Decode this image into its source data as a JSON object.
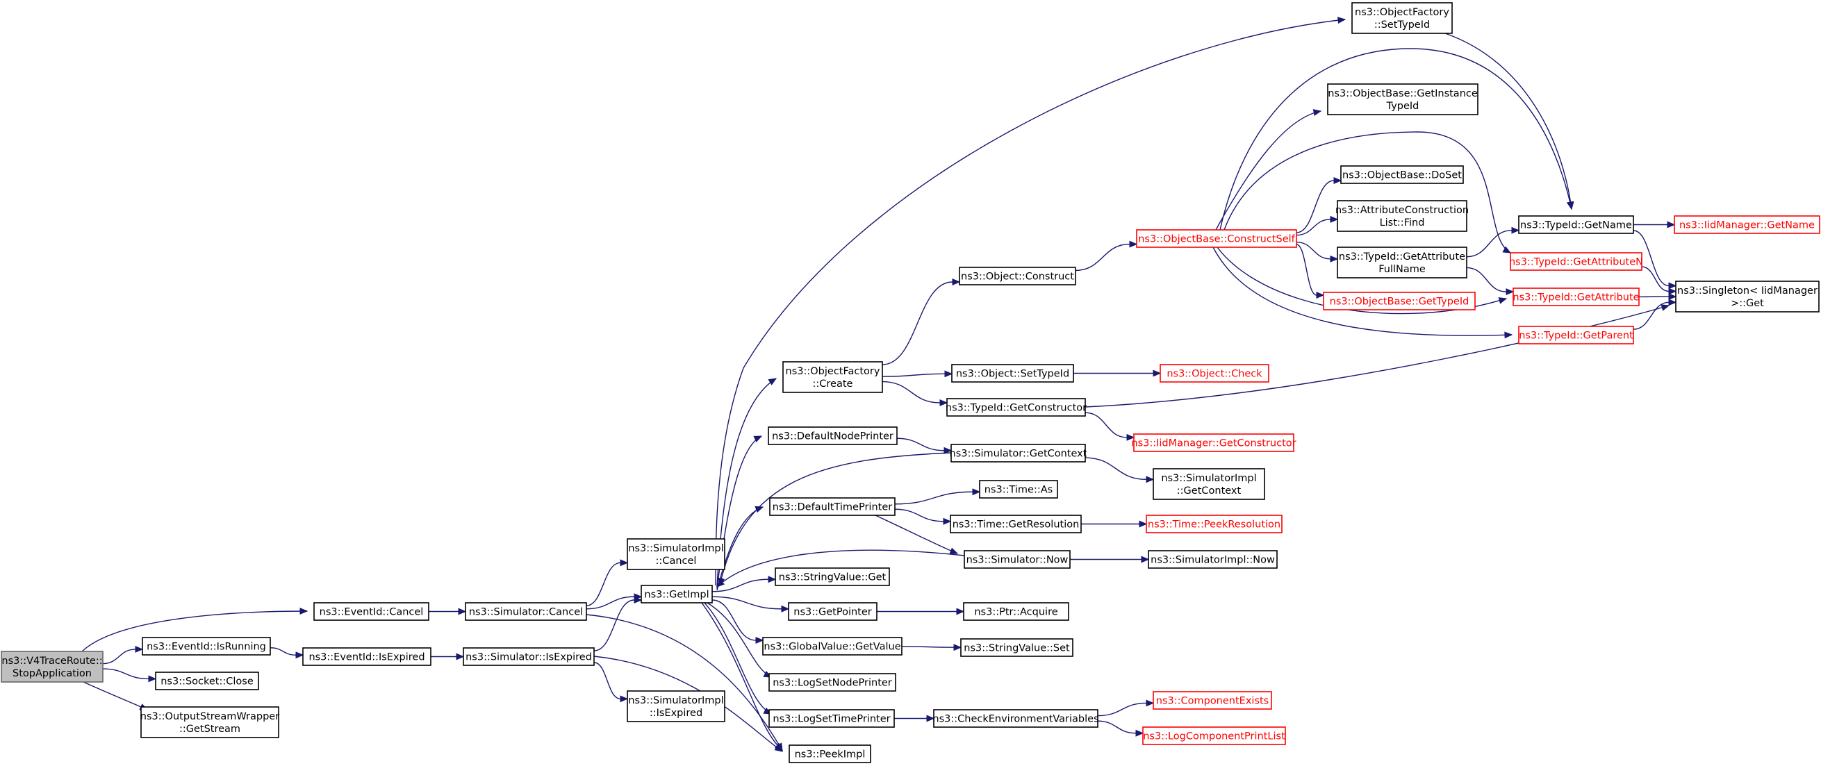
{
  "colors": {
    "edge": "#191970",
    "node_border": "#000000",
    "truncated_node_border": "#ff0000",
    "root_fill": "#bfbfbf",
    "root_border": "#666666",
    "background": "#ffffff"
  },
  "nodes": [
    {
      "id": "root",
      "lines": [
        "ns3::V4TraceRoute::",
        "StopApplication"
      ],
      "style": "root"
    },
    {
      "id": "ev_cancel",
      "lines": [
        "ns3::EventId::Cancel"
      ],
      "style": "normal"
    },
    {
      "id": "ev_isrunning",
      "lines": [
        "ns3::EventId::IsRunning"
      ],
      "style": "normal"
    },
    {
      "id": "socket_close",
      "lines": [
        "ns3::Socket::Close"
      ],
      "style": "normal"
    },
    {
      "id": "osw_getstream",
      "lines": [
        "ns3::OutputStreamWrapper",
        "::GetStream"
      ],
      "style": "normal"
    },
    {
      "id": "ev_isexpired",
      "lines": [
        "ns3::EventId::IsExpired"
      ],
      "style": "normal"
    },
    {
      "id": "sim_cancel",
      "lines": [
        "ns3::Simulator::Cancel"
      ],
      "style": "normal"
    },
    {
      "id": "sim_isexpired",
      "lines": [
        "ns3::Simulator::IsExpired"
      ],
      "style": "normal"
    },
    {
      "id": "simimpl_cancel",
      "lines": [
        "ns3::SimulatorImpl",
        "::Cancel"
      ],
      "style": "normal"
    },
    {
      "id": "simimpl_isexpired",
      "lines": [
        "ns3::SimulatorImpl",
        "::IsExpired"
      ],
      "style": "normal"
    },
    {
      "id": "getimpl",
      "lines": [
        "ns3::GetImpl"
      ],
      "style": "normal"
    },
    {
      "id": "peekimpl",
      "lines": [
        "ns3::PeekImpl"
      ],
      "style": "normal"
    },
    {
      "id": "objfactory_create",
      "lines": [
        "ns3::ObjectFactory",
        "::Create"
      ],
      "style": "normal"
    },
    {
      "id": "defaultnodeprinter",
      "lines": [
        "ns3::DefaultNodePrinter"
      ],
      "style": "normal"
    },
    {
      "id": "defaulttimeprinter",
      "lines": [
        "ns3::DefaultTimePrinter"
      ],
      "style": "normal"
    },
    {
      "id": "stringvalue_get",
      "lines": [
        "ns3::StringValue::Get"
      ],
      "style": "normal"
    },
    {
      "id": "getpointer",
      "lines": [
        "ns3::GetPointer"
      ],
      "style": "normal"
    },
    {
      "id": "globalvalue_getvalue",
      "lines": [
        "ns3::GlobalValue::GetValue"
      ],
      "style": "normal"
    },
    {
      "id": "logsetnodeprinter",
      "lines": [
        "ns3::LogSetNodePrinter"
      ],
      "style": "normal"
    },
    {
      "id": "logsettimeprinter",
      "lines": [
        "ns3::LogSetTimePrinter"
      ],
      "style": "normal"
    },
    {
      "id": "objfactory_settypeid",
      "lines": [
        "ns3::ObjectFactory",
        "::SetTypeId"
      ],
      "style": "normal"
    },
    {
      "id": "object_construct",
      "lines": [
        "ns3::Object::Construct"
      ],
      "style": "normal"
    },
    {
      "id": "object_settypeid",
      "lines": [
        "ns3::Object::SetTypeId"
      ],
      "style": "normal"
    },
    {
      "id": "typeid_getconstructor",
      "lines": [
        "ns3::TypeId::GetConstructor"
      ],
      "style": "normal"
    },
    {
      "id": "sim_getcontext",
      "lines": [
        "ns3::Simulator::GetContext"
      ],
      "style": "normal"
    },
    {
      "id": "time_as",
      "lines": [
        "ns3::Time::As"
      ],
      "style": "normal"
    },
    {
      "id": "time_getresolution",
      "lines": [
        "ns3::Time::GetResolution"
      ],
      "style": "normal"
    },
    {
      "id": "sim_now",
      "lines": [
        "ns3::Simulator::Now"
      ],
      "style": "normal"
    },
    {
      "id": "ptr_acquire",
      "lines": [
        "ns3::Ptr::Acquire"
      ],
      "style": "normal"
    },
    {
      "id": "stringvalue_set",
      "lines": [
        "ns3::StringValue::Set"
      ],
      "style": "normal"
    },
    {
      "id": "checkenvvars",
      "lines": [
        "ns3::CheckEnvironmentVariables"
      ],
      "style": "normal"
    },
    {
      "id": "objbase_constructself",
      "lines": [
        "ns3::ObjectBase::ConstructSelf"
      ],
      "style": "red"
    },
    {
      "id": "object_check",
      "lines": [
        "ns3::Object::Check"
      ],
      "style": "red"
    },
    {
      "id": "iidmanager_getconstructor",
      "lines": [
        "ns3::IidManager::GetConstructor"
      ],
      "style": "red"
    },
    {
      "id": "simimpl_getcontext",
      "lines": [
        "ns3::SimulatorImpl",
        "::GetContext"
      ],
      "style": "normal"
    },
    {
      "id": "time_peekresolution",
      "lines": [
        "ns3::Time::PeekResolution"
      ],
      "style": "red"
    },
    {
      "id": "simimpl_now",
      "lines": [
        "ns3::SimulatorImpl::Now"
      ],
      "style": "normal"
    },
    {
      "id": "componentexists",
      "lines": [
        "ns3::ComponentExists"
      ],
      "style": "red"
    },
    {
      "id": "logcomponentprintlist",
      "lines": [
        "ns3::LogComponentPrintList"
      ],
      "style": "red"
    },
    {
      "id": "objbase_getinstancetypeid",
      "lines": [
        "ns3::ObjectBase::GetInstance",
        "TypeId"
      ],
      "style": "normal"
    },
    {
      "id": "objbase_doset",
      "lines": [
        "ns3::ObjectBase::DoSet"
      ],
      "style": "normal"
    },
    {
      "id": "attrconstructionlist_find",
      "lines": [
        "ns3::AttributeConstruction",
        "List::Find"
      ],
      "style": "normal"
    },
    {
      "id": "typeid_getattributefullname",
      "lines": [
        "ns3::TypeId::GetAttribute",
        "FullName"
      ],
      "style": "normal"
    },
    {
      "id": "objbase_gettypeid",
      "lines": [
        "ns3::ObjectBase::GetTypeId"
      ],
      "style": "red"
    },
    {
      "id": "typeid_getname",
      "lines": [
        "ns3::TypeId::GetName"
      ],
      "style": "normal"
    },
    {
      "id": "typeid_getattributen",
      "lines": [
        "ns3::TypeId::GetAttributeN"
      ],
      "style": "red"
    },
    {
      "id": "typeid_getattribute",
      "lines": [
        "ns3::TypeId::GetAttribute"
      ],
      "style": "red"
    },
    {
      "id": "typeid_getparent",
      "lines": [
        "ns3::TypeId::GetParent"
      ],
      "style": "red"
    },
    {
      "id": "iidmanager_getname",
      "lines": [
        "ns3::IidManager::GetName"
      ],
      "style": "red"
    },
    {
      "id": "singleton_get",
      "lines": [
        "ns3::Singleton< IidManager",
        " >::Get"
      ],
      "style": "normal"
    }
  ],
  "edges": [
    [
      "root",
      "ev_cancel"
    ],
    [
      "root",
      "ev_isrunning"
    ],
    [
      "root",
      "socket_close"
    ],
    [
      "root",
      "osw_getstream"
    ],
    [
      "ev_cancel",
      "sim_cancel"
    ],
    [
      "ev_isrunning",
      "ev_isexpired"
    ],
    [
      "ev_isexpired",
      "sim_isexpired"
    ],
    [
      "sim_cancel",
      "simimpl_cancel"
    ],
    [
      "sim_cancel",
      "getimpl"
    ],
    [
      "sim_cancel",
      "peekimpl"
    ],
    [
      "sim_isexpired",
      "getimpl"
    ],
    [
      "sim_isexpired",
      "simimpl_isexpired"
    ],
    [
      "sim_isexpired",
      "peekimpl"
    ],
    [
      "getimpl",
      "objfactory_settypeid"
    ],
    [
      "getimpl",
      "objfactory_create"
    ],
    [
      "getimpl",
      "defaultnodeprinter"
    ],
    [
      "getimpl",
      "defaulttimeprinter"
    ],
    [
      "getimpl",
      "stringvalue_get"
    ],
    [
      "getimpl",
      "getpointer"
    ],
    [
      "getimpl",
      "globalvalue_getvalue"
    ],
    [
      "getimpl",
      "logsetnodeprinter"
    ],
    [
      "getimpl",
      "logsettimeprinter"
    ],
    [
      "getimpl",
      "peekimpl"
    ],
    [
      "objfactory_create",
      "object_construct"
    ],
    [
      "objfactory_create",
      "object_settypeid"
    ],
    [
      "objfactory_create",
      "typeid_getconstructor"
    ],
    [
      "defaultnodeprinter",
      "sim_getcontext"
    ],
    [
      "sim_getcontext",
      "getimpl"
    ],
    [
      "sim_getcontext",
      "simimpl_getcontext"
    ],
    [
      "defaulttimeprinter",
      "time_as"
    ],
    [
      "defaulttimeprinter",
      "time_getresolution"
    ],
    [
      "defaulttimeprinter",
      "sim_now"
    ],
    [
      "sim_now",
      "getimpl"
    ],
    [
      "sim_now",
      "simimpl_now"
    ],
    [
      "getpointer",
      "ptr_acquire"
    ],
    [
      "globalvalue_getvalue",
      "stringvalue_set"
    ],
    [
      "logsettimeprinter",
      "checkenvvars"
    ],
    [
      "checkenvvars",
      "componentexists"
    ],
    [
      "checkenvvars",
      "logcomponentprintlist"
    ],
    [
      "object_construct",
      "objbase_constructself"
    ],
    [
      "object_settypeid",
      "object_check"
    ],
    [
      "typeid_getconstructor",
      "iidmanager_getconstructor"
    ],
    [
      "typeid_getconstructor",
      "singleton_get"
    ],
    [
      "time_getresolution",
      "time_peekresolution"
    ],
    [
      "objfactory_settypeid",
      "typeid_getname"
    ],
    [
      "objbase_constructself",
      "objbase_getinstancetypeid"
    ],
    [
      "objbase_constructself",
      "objbase_doset"
    ],
    [
      "objbase_constructself",
      "attrconstructionlist_find"
    ],
    [
      "objbase_constructself",
      "typeid_getattributefullname"
    ],
    [
      "objbase_constructself",
      "objbase_gettypeid"
    ],
    [
      "objbase_constructself",
      "typeid_getname"
    ],
    [
      "objbase_constructself",
      "typeid_getattributen"
    ],
    [
      "objbase_constructself",
      "typeid_getattribute"
    ],
    [
      "objbase_constructself",
      "typeid_getparent"
    ],
    [
      "typeid_getattributefullname",
      "typeid_getname"
    ],
    [
      "typeid_getattributefullname",
      "typeid_getattribute"
    ],
    [
      "typeid_getname",
      "iidmanager_getname"
    ],
    [
      "typeid_getname",
      "singleton_get"
    ],
    [
      "typeid_getattributen",
      "singleton_get"
    ],
    [
      "typeid_getattribute",
      "singleton_get"
    ],
    [
      "typeid_getparent",
      "singleton_get"
    ]
  ]
}
